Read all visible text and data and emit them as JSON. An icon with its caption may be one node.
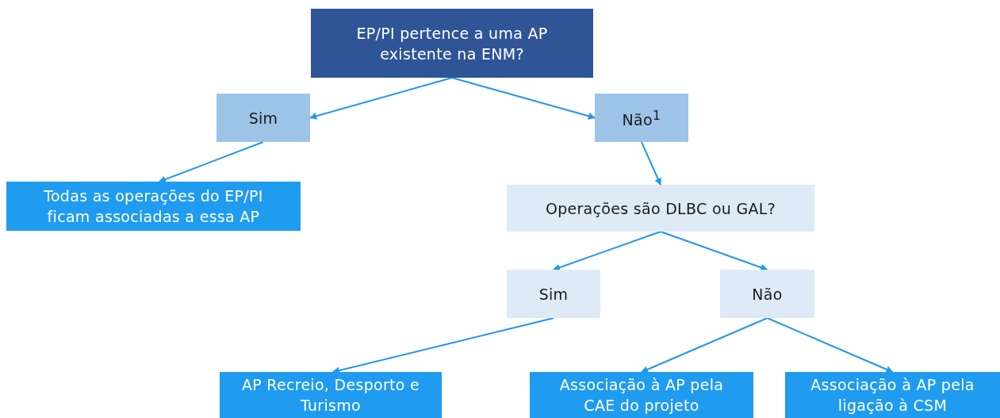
{
  "diagram": {
    "nodes": [
      {
        "text": [
          "EP/PI pertence a uma AP existente na ENM?"
        ]
      },
      {
        "text": [
          "Sim"
        ]
      },
      {
        "text": [
          "Não$^{1}$"
        ]
      },
      {
        "text": [
          "Todas as operações do EP/PI ficam associadas a essa AP"
        ]
      },
      {
        "text": [
          "Operações são DLBC ou GAL?"
        ]
      },
      {
        "text": [
          "Sim"
        ]
      },
      {
        "text": [
          "Não"
        ]
      },
      {
        "text": [
          "AP Recreio, Desporto e Turismo"
        ]
      },
      {
        "text": [
          "Associação à AP pela CAE do projeto"
        ]
      },
      {
        "text": [
          "Associação à AP pela ligação à CSM"
        ]
      }
    ],
    "edges": [
      {
        "from": 0,
        "to": 1,
        "arrow": "to"
      },
      {
        "from": 0,
        "to": 2,
        "arrow": "to"
      },
      {
        "from": 1,
        "to": 3,
        "arrow": "to"
      },
      {
        "from": 2,
        "to": 4,
        "arrow": "to"
      },
      {
        "from": 4,
        "to": 5,
        "arrow": "to"
      },
      {
        "from": 4,
        "to": 6,
        "arrow": "to"
      },
      {
        "from": 5,
        "to": 7,
        "arrow": "to"
      },
      {
        "from": 6,
        "to": 8,
        "arrow": "to"
      },
      {
        "from": 6,
        "to": 9,
        "arrow": "to"
      }
    ]
  }
}
